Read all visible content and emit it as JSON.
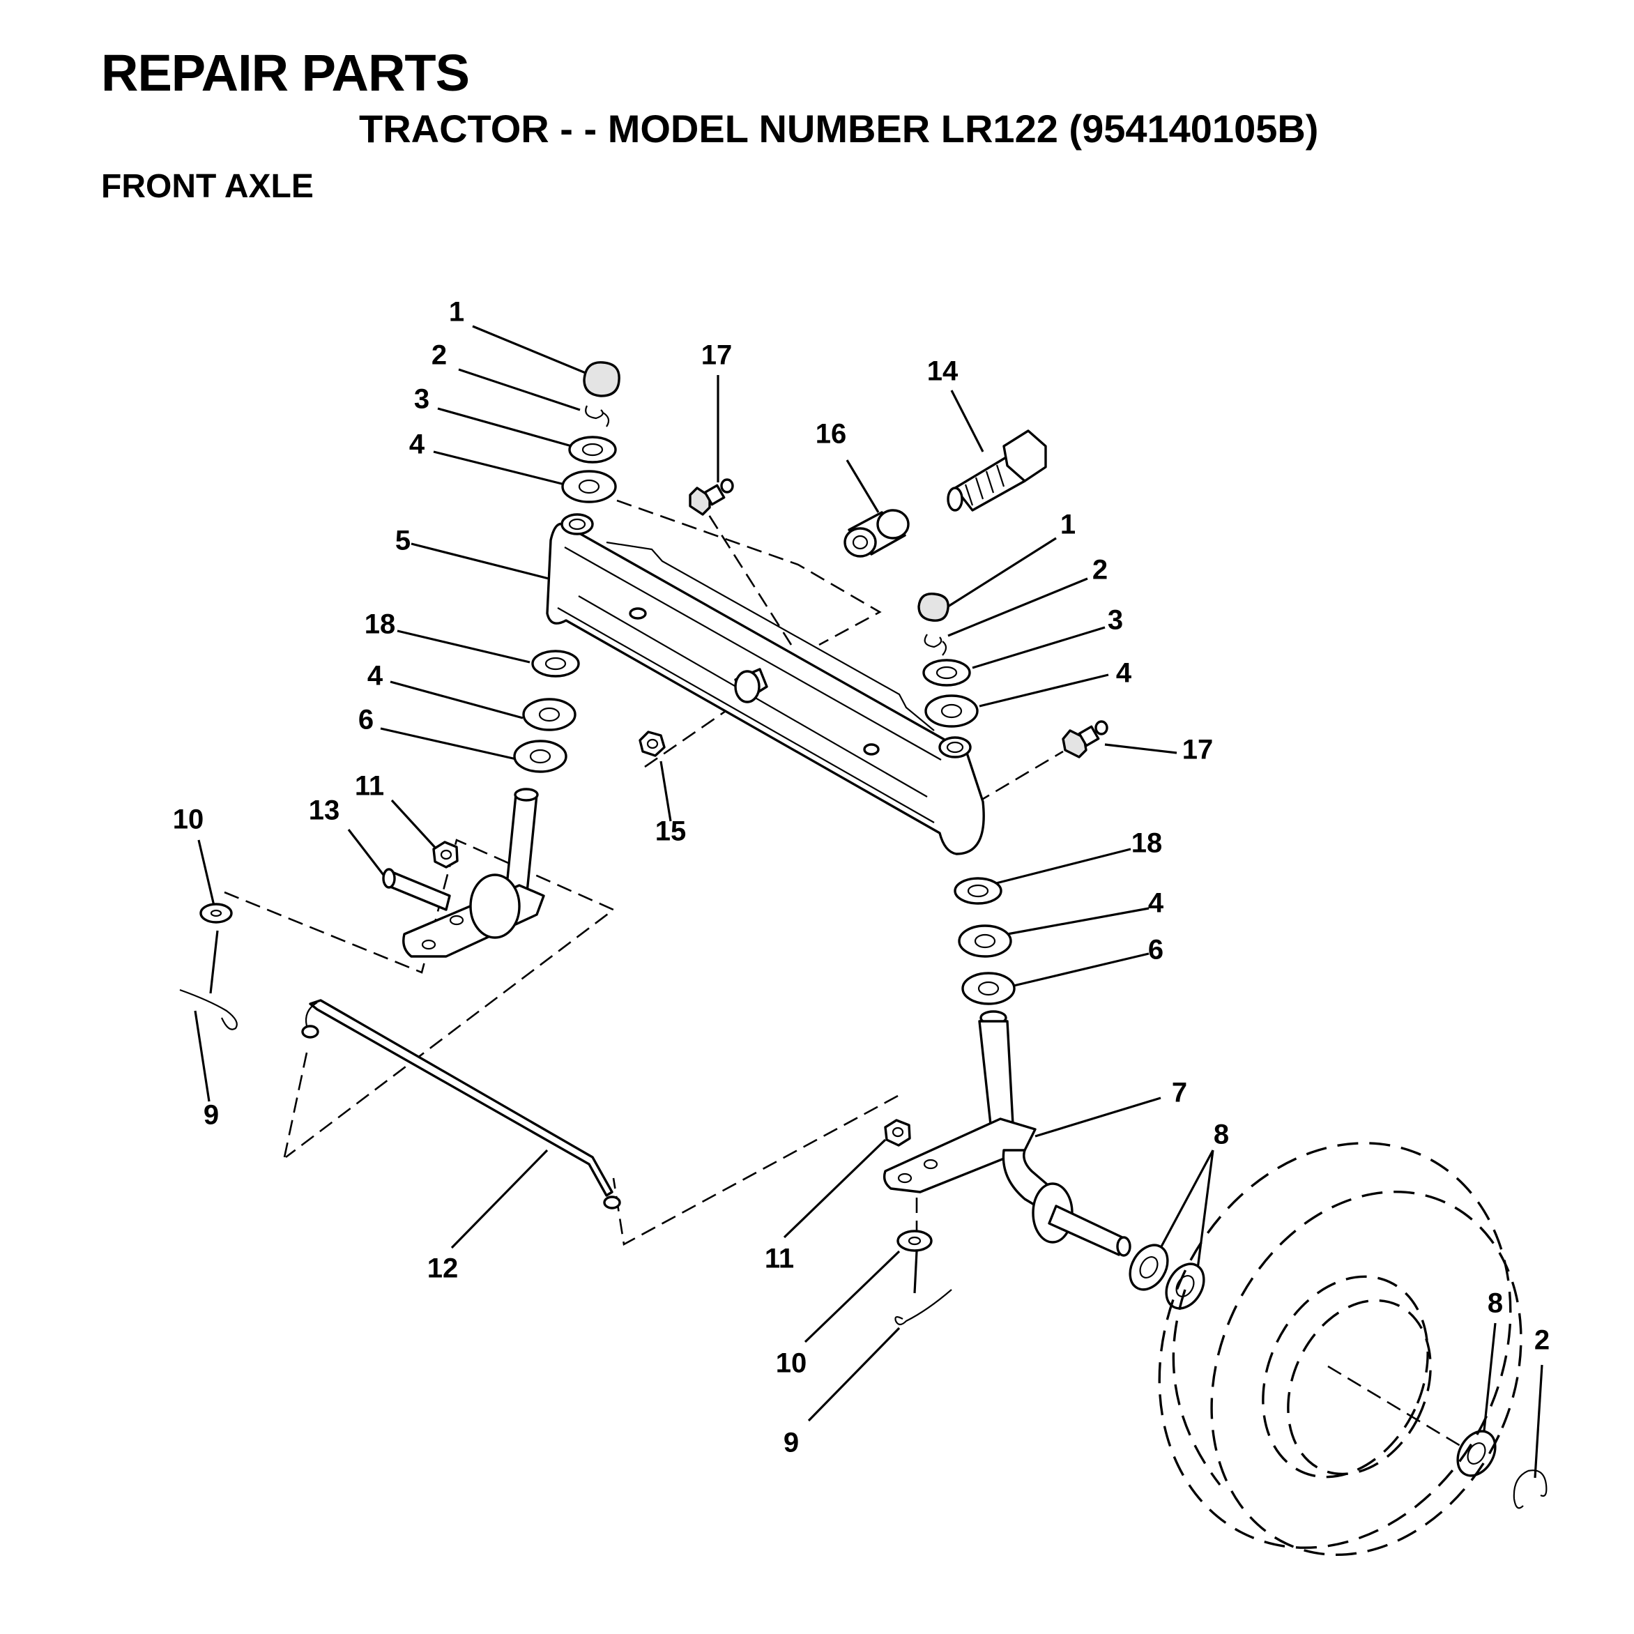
{
  "header": {
    "title": "REPAIR PARTS",
    "subtitle": "TRACTOR - - MODEL NUMBER LR122 (954140105B)",
    "section": "FRONT AXLE"
  },
  "callouts": [
    "1",
    "2",
    "3",
    "4",
    "5",
    "18",
    "4",
    "6",
    "17",
    "16",
    "14",
    "1",
    "2",
    "3",
    "4",
    "17",
    "15",
    "10",
    "13",
    "11",
    "9",
    "18",
    "4",
    "6",
    "7",
    "8",
    "12",
    "11",
    "10",
    "9",
    "8",
    "2"
  ]
}
